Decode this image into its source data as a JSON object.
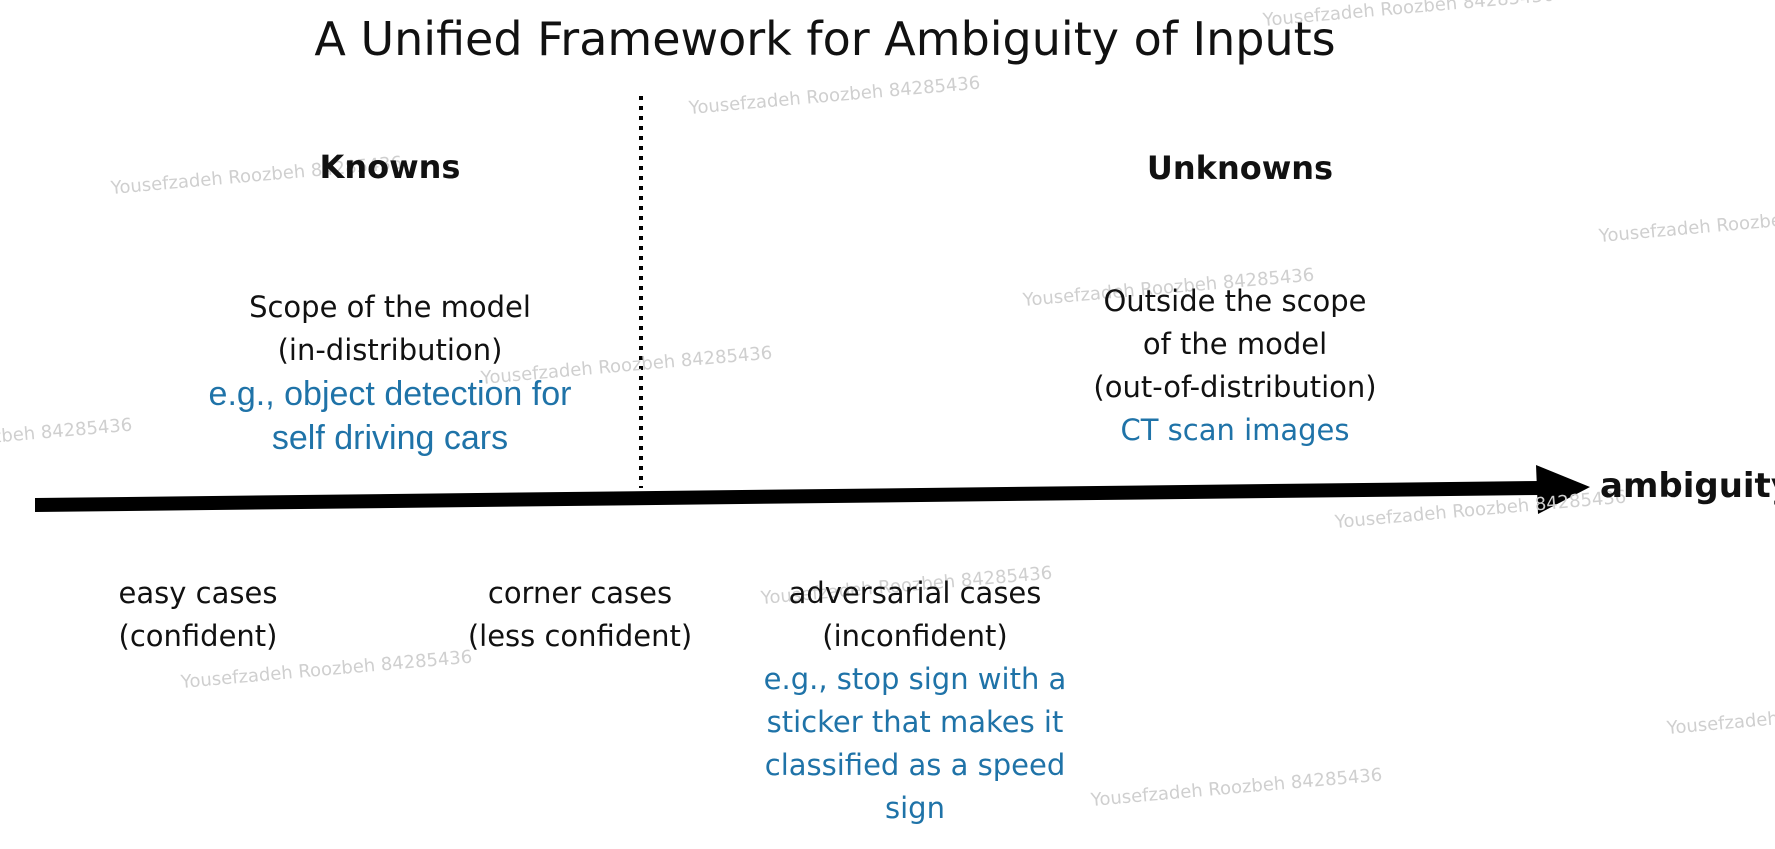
{
  "title": "A Unified Framework for Ambiguity of Inputs",
  "regions": {
    "knowns": {
      "heading": "Knowns",
      "lines": [
        "Scope of the model",
        "(in-distribution)"
      ],
      "example_lines": [
        "e.g., object detection for",
        "self driving cars"
      ]
    },
    "unknowns": {
      "heading": "Unknowns",
      "lines": [
        "Outside the scope",
        "of the model",
        "(out-of-distribution)"
      ],
      "example_lines": [
        "CT scan images"
      ]
    }
  },
  "axis": {
    "label": "ambiguity"
  },
  "cases": [
    {
      "lines": [
        "easy cases",
        "(confident)"
      ],
      "example_lines": []
    },
    {
      "lines": [
        "corner cases",
        "(less confident)"
      ],
      "example_lines": []
    },
    {
      "lines": [
        "adversarial cases",
        "(inconfident)"
      ],
      "example_lines": [
        "e.g., stop sign with a",
        "sticker that makes it",
        "classified as a speed",
        "sign"
      ]
    }
  ],
  "watermark_text": "Yousefzadeh Roozbeh 84285436",
  "colors": {
    "text": "#111111",
    "example": "#1f73a8",
    "arrow": "#000000",
    "watermark": "#cfcfcf"
  }
}
